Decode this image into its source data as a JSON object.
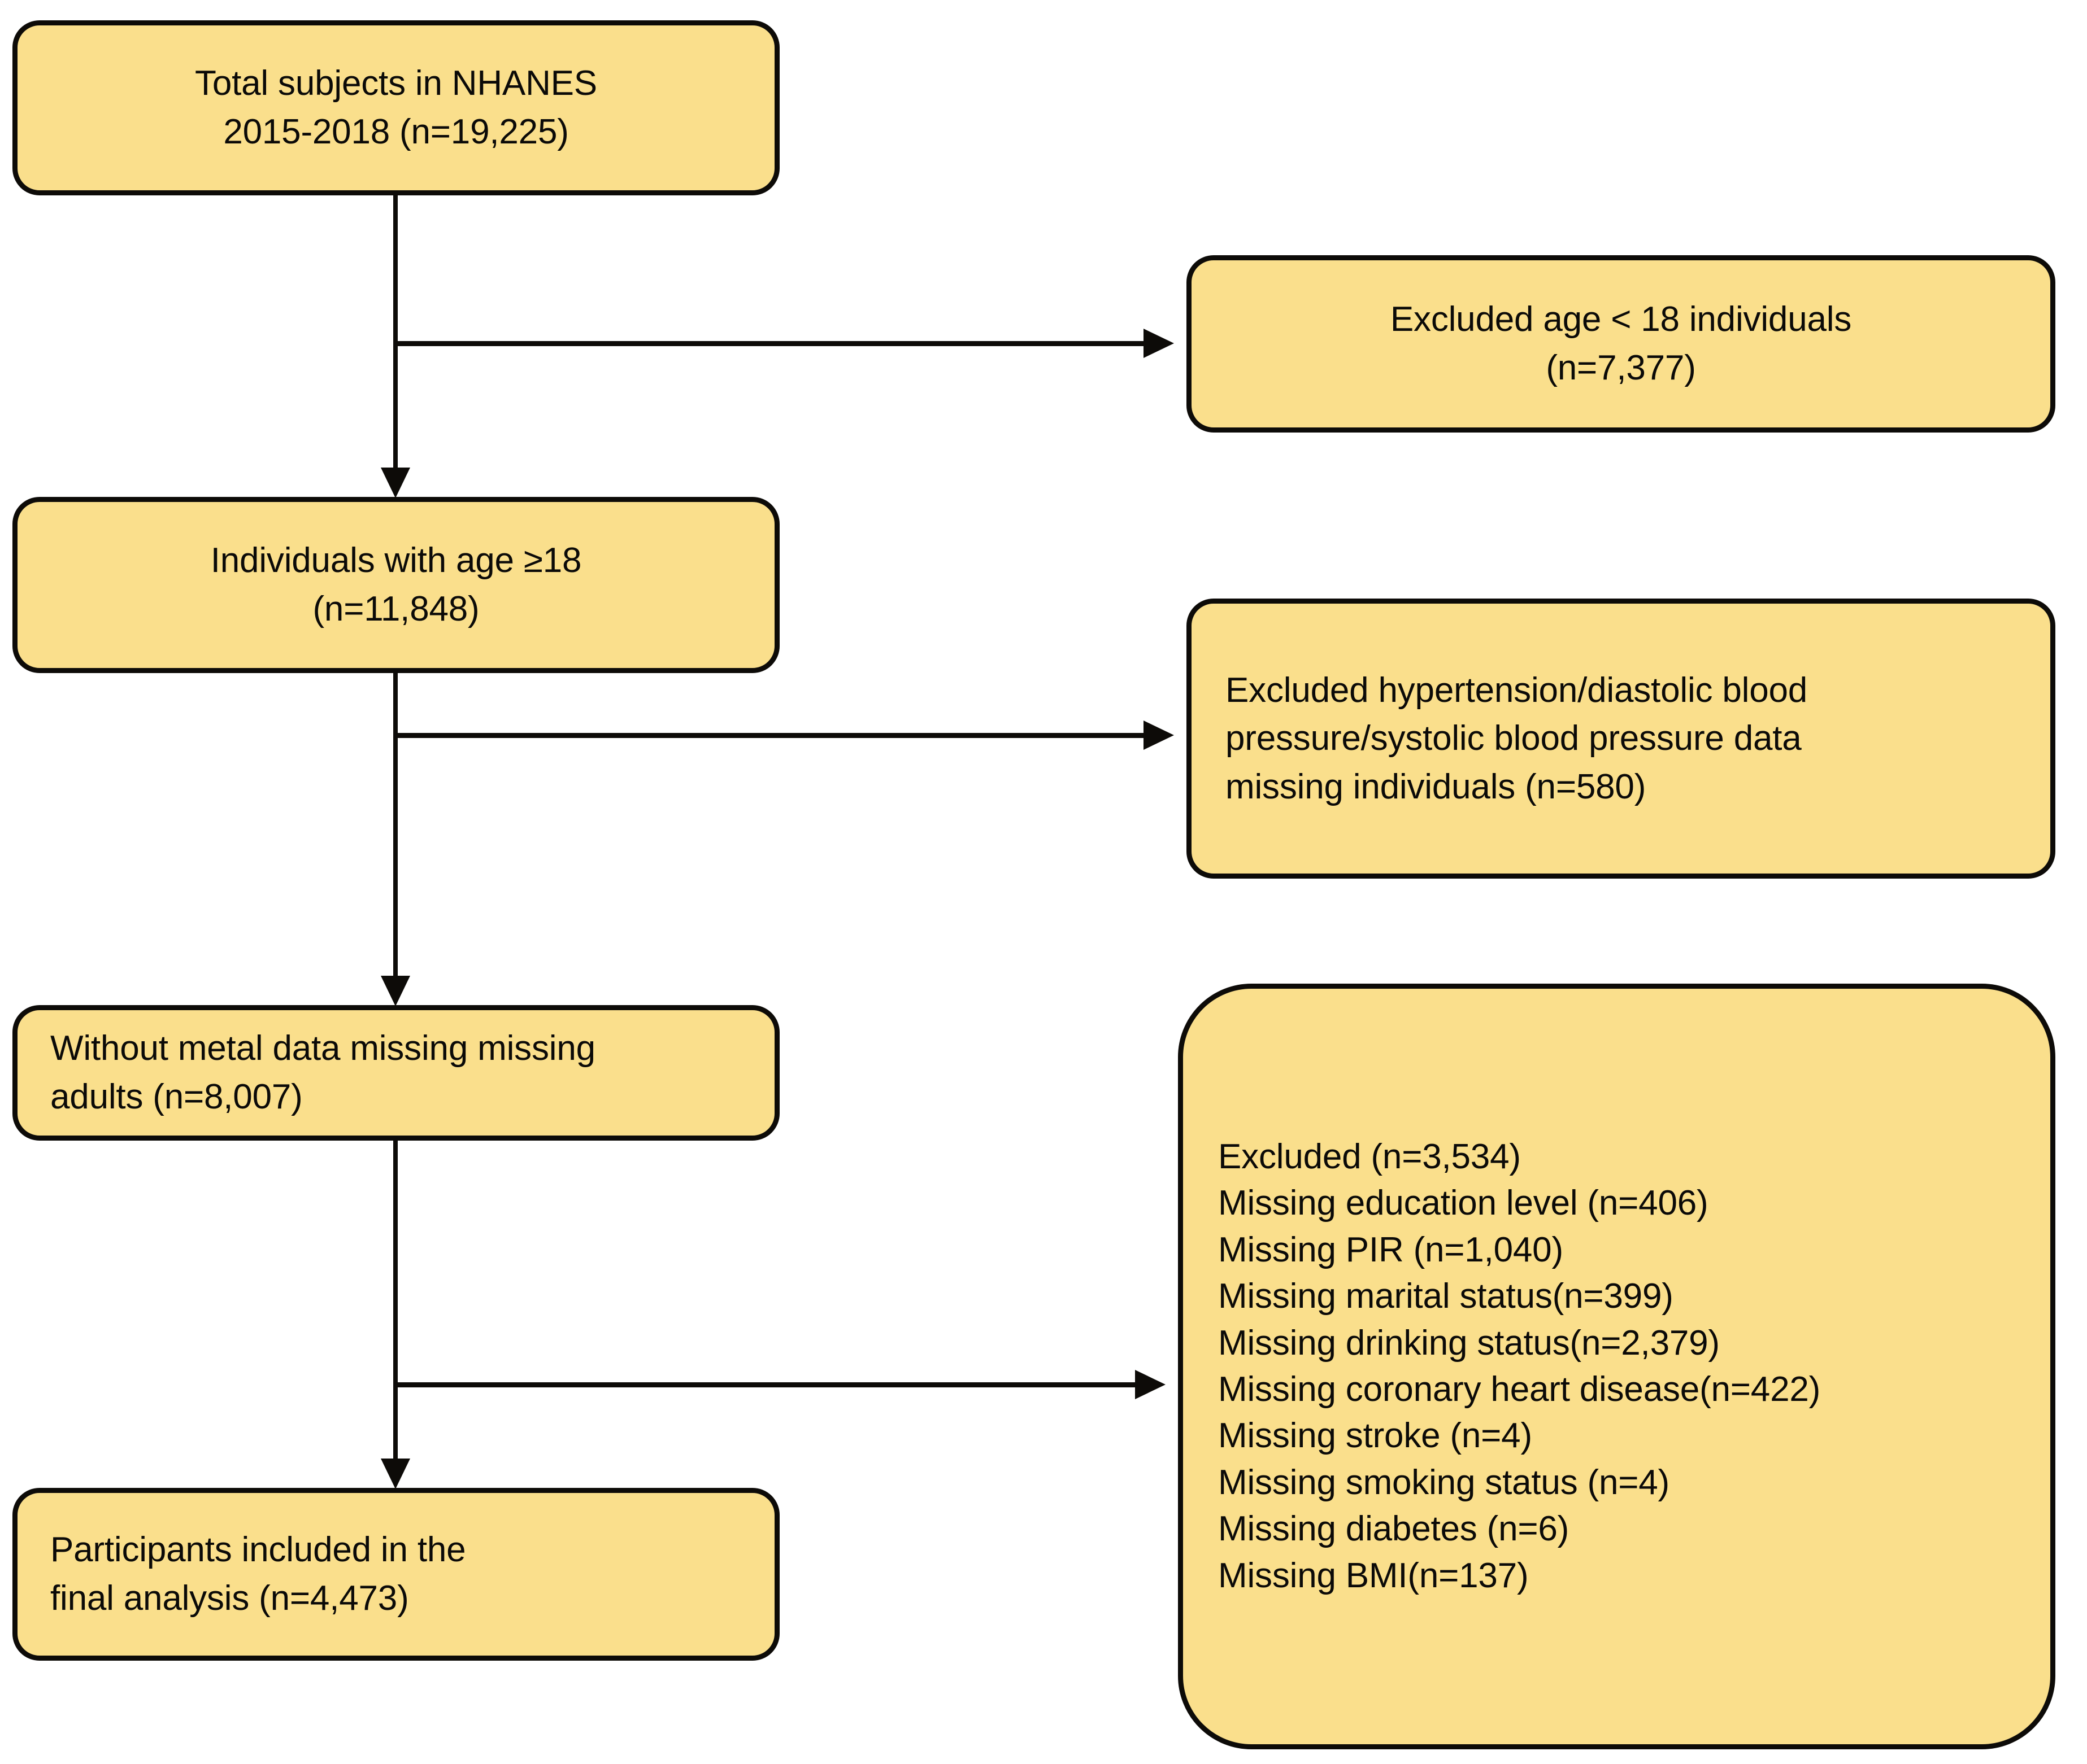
{
  "diagram": {
    "title": "NHANES 2015-2018 participant selection flowchart",
    "colors": {
      "node_fill": "#FADF8C",
      "node_border": "#0D0B08",
      "background": "#FFFFFF",
      "connector": "#0D0B08"
    }
  },
  "nodes": {
    "total_subjects": {
      "line1": "Total subjects in NHANES",
      "line2": "2015-2018 (n=19,225)"
    },
    "excluded_age": {
      "line1": "Excluded age < 18 individuals",
      "line2": "(n=7,377)"
    },
    "age_18_plus": {
      "line1": "Individuals with age ≥18",
      "line2": "(n=11,848)"
    },
    "excluded_bp": {
      "line1": "Excluded hypertension/diastolic blood",
      "line2": "pressure/systolic blood pressure data",
      "line3": "missing individuals (n=580)"
    },
    "without_metal_missing": {
      "line1": "Without metal data missing missing",
      "line2": "adults (n=8,007)"
    },
    "final_participants": {
      "line1": "Participants included in the",
      "line2": "final analysis (n=4,473)"
    },
    "excluded_list": {
      "items": [
        "Excluded (n=3,534)",
        "Missing education level (n=406)",
        "Missing PIR (n=1,040)",
        "Missing marital status(n=399)",
        "Missing drinking status(n=2,379)",
        "Missing coronary heart disease(n=422)",
        "Missing stroke (n=4)",
        "Missing smoking status (n=4)",
        "Missing diabetes (n=6)",
        "Missing BMI(n=137)"
      ]
    }
  },
  "chart_data": {
    "type": "flowchart",
    "title": "NHANES 2015-2018 participant selection flowchart",
    "stages": [
      {
        "label": "Total subjects in NHANES 2015-2018",
        "n": 19225
      },
      {
        "label": "Individuals with age ≥18",
        "n": 11848
      },
      {
        "label": "Without metal data missing missing adults",
        "n": 8007
      },
      {
        "label": "Participants included in the final analysis",
        "n": 4473
      }
    ],
    "exclusions": [
      {
        "label": "Excluded age < 18 individuals",
        "n": 7377,
        "from_stage": 0
      },
      {
        "label": "Excluded hypertension/diastolic blood pressure/systolic blood pressure data missing individuals",
        "n": 580,
        "from_stage": 1
      },
      {
        "label": "Excluded",
        "n": 3534,
        "from_stage": 2,
        "breakdown": [
          {
            "label": "Missing education level",
            "n": 406
          },
          {
            "label": "Missing PIR",
            "n": 1040
          },
          {
            "label": "Missing marital status",
            "n": 399
          },
          {
            "label": "Missing drinking status",
            "n": 2379
          },
          {
            "label": "Missing coronary heart disease",
            "n": 422
          },
          {
            "label": "Missing stroke",
            "n": 4
          },
          {
            "label": "Missing smoking status",
            "n": 4
          },
          {
            "label": "Missing diabetes",
            "n": 6
          },
          {
            "label": "Missing BMI",
            "n": 137
          }
        ]
      }
    ]
  }
}
